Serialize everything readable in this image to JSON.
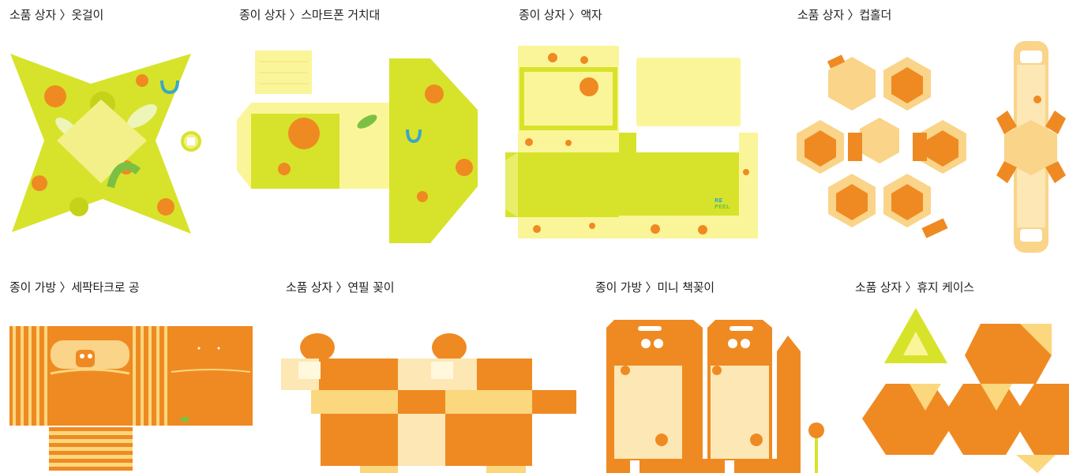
{
  "items": [
    {
      "title": "소품 상자 〉옷걸이"
    },
    {
      "title": "종이 상자 〉스마트폰 거치대"
    },
    {
      "title": "종이 상자 〉액자"
    },
    {
      "title": "소품 상자 〉컵홀더"
    },
    {
      "title": "종이 가방 〉세팍타크로 공"
    },
    {
      "title": "소품 상자 〉연필 꽂이"
    },
    {
      "title": "종이 가방 〉미니 책꽂이"
    },
    {
      "title": "소품 상자 〉휴지 케이스"
    }
  ],
  "brand_mark": {
    "line1": "RE",
    "line2": "PEEL"
  },
  "colors": {
    "lime": "#d7e32a",
    "light_yellow": "#fbf59a",
    "orange": "#ef8a22",
    "pale_orange": "#f9d489",
    "green_leaf": "#7cc043"
  }
}
